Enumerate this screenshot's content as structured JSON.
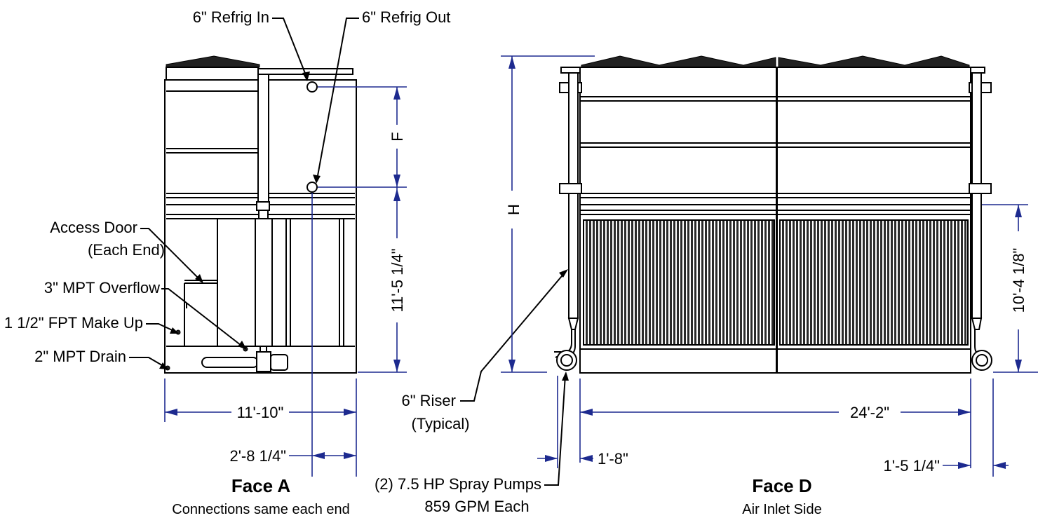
{
  "face_a": {
    "title": "Face A",
    "subtitle": "Connections same each end",
    "labels": {
      "refrig_in": "6\" Refrig In",
      "refrig_out": "6\" Refrig Out",
      "access_door_line1": "Access Door",
      "access_door_line2": "(Each End)",
      "overflow": "3\" MPT Overflow",
      "make_up": "1 1/2\" FPT Make Up",
      "drain": "2\" MPT Drain"
    },
    "dimensions": {
      "f": "F",
      "height_low": "11'-5 1/4\"",
      "width": "11'-10\"",
      "offset": "2'-8 1/4\""
    }
  },
  "face_d": {
    "title": "Face D",
    "subtitle": "Air Inlet Side",
    "labels": {
      "riser_line1": "6\" Riser",
      "riser_line2": "(Typical)",
      "pumps_line1": "(2) 7.5 HP Spray Pumps",
      "pumps_line2": "859 GPM Each"
    },
    "dimensions": {
      "h": "H",
      "riser_height": "10'-4 1/8\"",
      "width": "24'-2\"",
      "left_offset": "1'-8\"",
      "right_offset": "1'-5 1/4\""
    }
  },
  "colors": {
    "dimension_lines": "#1d2a8f",
    "outline": "#000000",
    "background": "#ffffff"
  }
}
